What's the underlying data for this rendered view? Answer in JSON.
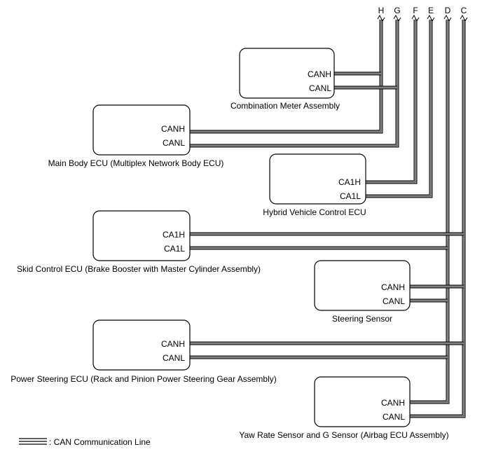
{
  "buses": [
    "H",
    "G",
    "F",
    "E",
    "D",
    "C"
  ],
  "components": [
    {
      "name": "Combination Meter Assembly",
      "pins": [
        "CANH",
        "CANL"
      ]
    },
    {
      "name": "Main Body ECU (Multiplex Network Body ECU)",
      "pins": [
        "CANH",
        "CANL"
      ]
    },
    {
      "name": "Hybrid Vehicle Control ECU",
      "pins": [
        "CA1H",
        "CA1L"
      ]
    },
    {
      "name": "Skid Control ECU (Brake Booster with Master Cylinder Assembly)",
      "pins": [
        "CA1H",
        "CA1L"
      ]
    },
    {
      "name": "Steering Sensor",
      "pins": [
        "CANH",
        "CANL"
      ]
    },
    {
      "name": "Power Steering ECU (Rack and Pinion Power Steering Gear Assembly)",
      "pins": [
        "CANH",
        "CANL"
      ]
    },
    {
      "name": "Yaw Rate Sensor and G Sensor (Airbag ECU Assembly)",
      "pins": [
        "CANH",
        "CANL"
      ]
    }
  ],
  "legend": {
    "text": ": CAN Communication Line"
  }
}
